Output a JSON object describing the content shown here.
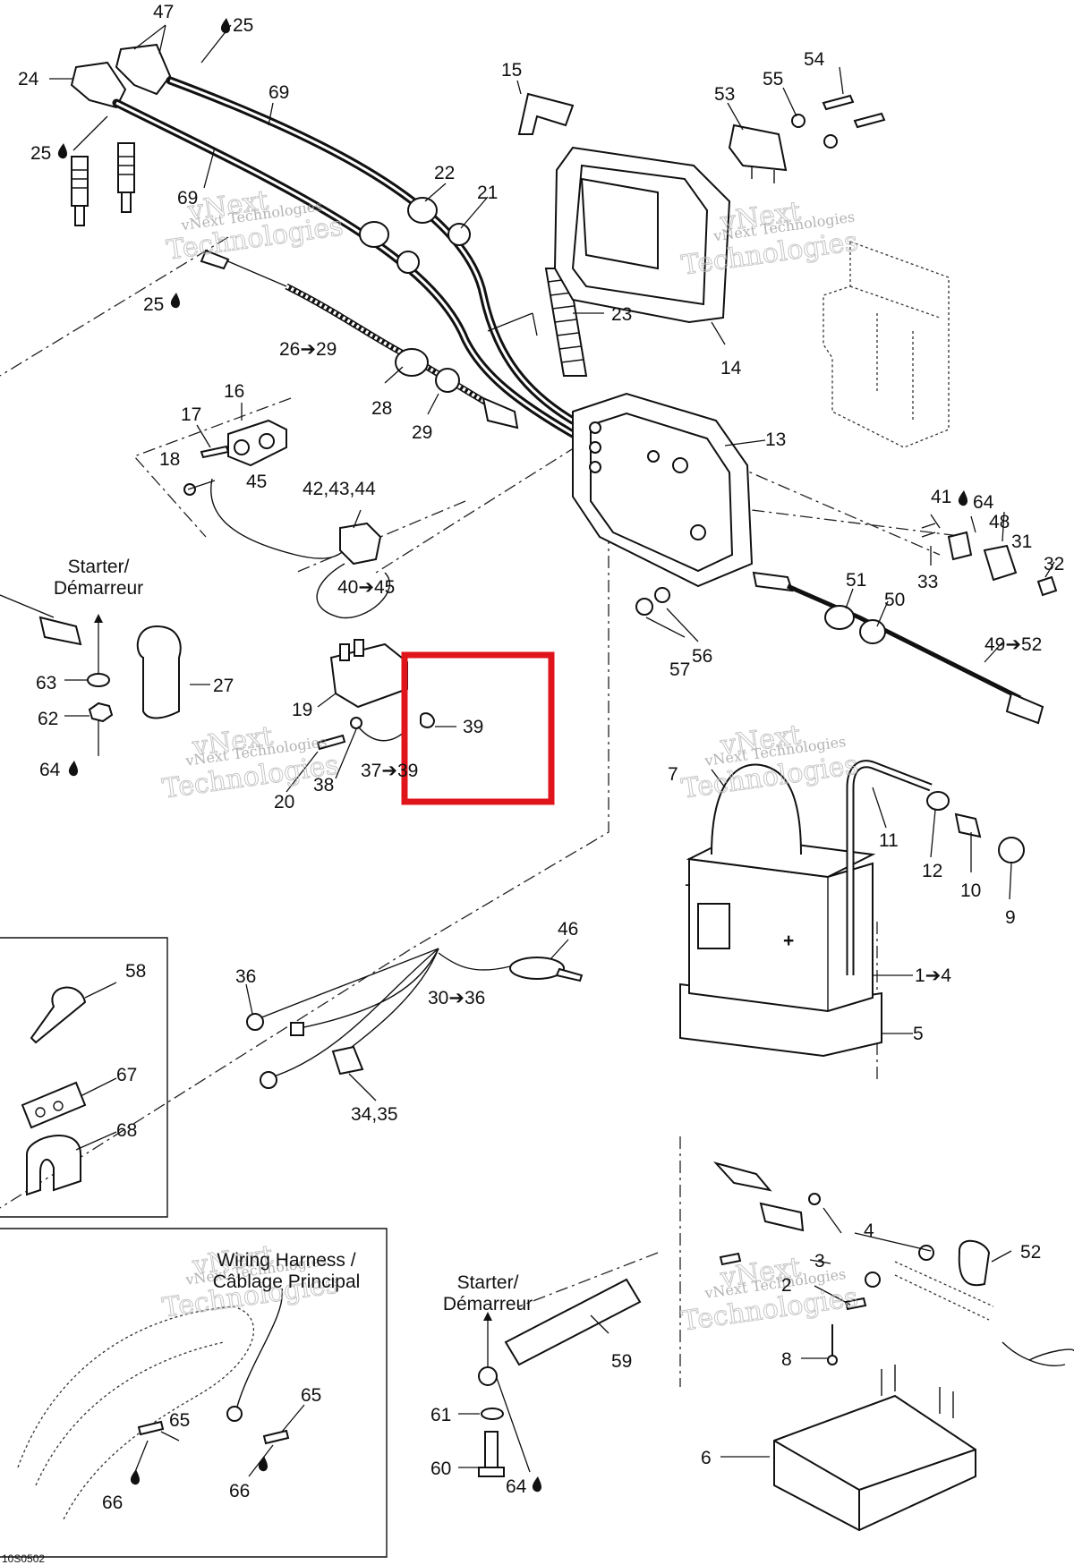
{
  "callouts": {
    "c47": "47",
    "c25a": "25",
    "c24": "24",
    "c25b": "25",
    "c69a": "69",
    "c69b": "69",
    "c15": "15",
    "c54": "54",
    "c55": "55",
    "c53": "53",
    "c22": "22",
    "c21": "21",
    "c25c": "25",
    "c23": "23",
    "c14": "14",
    "c26": "26➔29",
    "c16": "16",
    "c17": "17",
    "c28": "28",
    "c29": "29",
    "c13": "13",
    "c18": "18",
    "c45": "45",
    "c424344": "42,43,44",
    "c41": "41",
    "c64a": "64",
    "c48": "48",
    "c31": "31",
    "c33": "33",
    "c32": "32",
    "c4045": "40➔45",
    "c51": "51",
    "c50": "50",
    "c57": "57",
    "c56": "56",
    "c4952": "49➔52",
    "c63": "63",
    "c27": "27",
    "c62": "62",
    "c64b": "64",
    "c19": "19",
    "c39": "39",
    "c3739": "37➔39",
    "c38": "38",
    "c20": "20",
    "c7": "7",
    "c11": "11",
    "c12": "12",
    "c10": "10",
    "c9": "9",
    "c46": "46",
    "c58": "58",
    "c36": "36",
    "c3036": "30➔36",
    "c14b": "1➔4",
    "c5": "5",
    "c67": "67",
    "c68": "68",
    "c3435": "34,35",
    "c4b": "4",
    "c52": "52",
    "c3": "3",
    "c2": "2",
    "c59": "59",
    "c8": "8",
    "c61": "61",
    "c6": "6",
    "c60": "60",
    "c64c": "64",
    "c65a": "65",
    "c65b": "65",
    "c66a": "66",
    "c66b": "66"
  },
  "captions": {
    "starter1_line1": "Starter/",
    "starter1_line2": "Démarreur",
    "starter2_line1": "Starter/",
    "starter2_line2": "Démarreur",
    "harness_line1": "Wiring Harness /",
    "harness_line2": "Câblage Principal"
  },
  "watermark": {
    "line1": "vNext Technologies",
    "line2": "vNext",
    "line3": "Technologies"
  },
  "drawing_code": "10S0502",
  "highlight_color": "#e0141b"
}
